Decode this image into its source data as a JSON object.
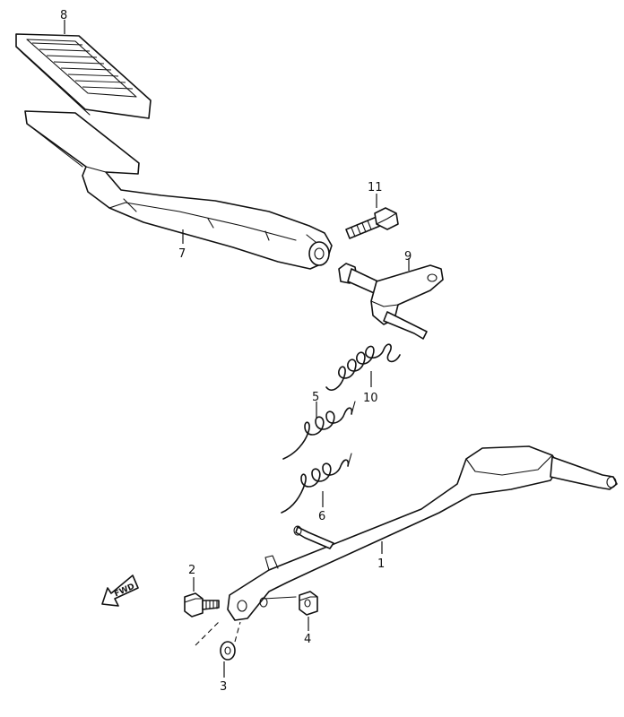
{
  "callouts": {
    "p1": "1",
    "p2": "2",
    "p3": "3",
    "p4": "4",
    "p5": "5",
    "p6": "6",
    "p7": "7",
    "p8": "8",
    "p9": "9",
    "p10": "10",
    "p11": "11"
  },
  "direction_arrow": {
    "label": "FWD",
    "icon": "fwd-arrow-icon"
  },
  "colors": {
    "line": "#111111",
    "background": "#ffffff"
  }
}
